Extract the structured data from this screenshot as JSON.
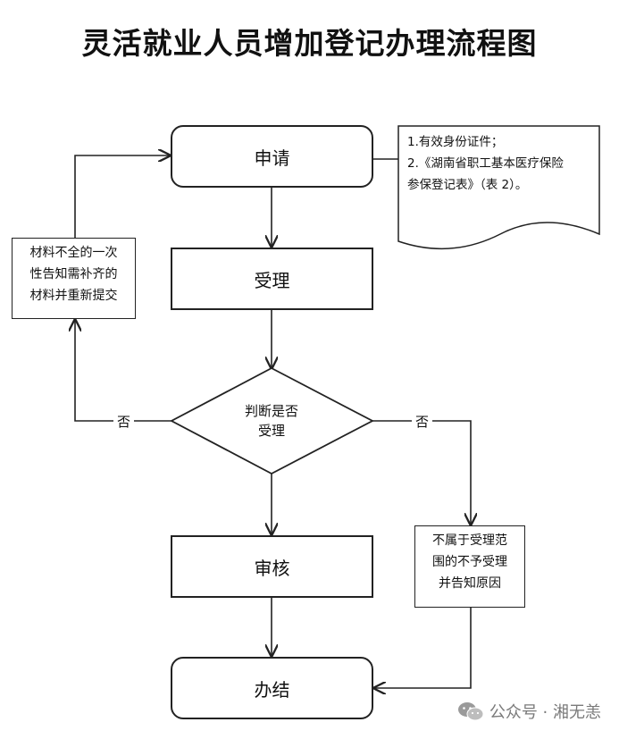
{
  "title": "灵活就业人员增加登记办理流程图",
  "nodes": {
    "apply": "申请",
    "accept": "受理",
    "decision_line1": "判断是否",
    "decision_line2": "受理",
    "review": "审核",
    "finish": "办结"
  },
  "documents": {
    "line1": "1.有效身份证件；",
    "line2": "2.《湖南省职工基本医疗保险",
    "line3": "参保登记表》（表 2）。"
  },
  "notes": {
    "incomplete_line1": "材料不全的一次",
    "incomplete_line2": "性告知需补齐的",
    "incomplete_line3": "材料并重新提交",
    "out_of_scope_line1": "不属于受理范",
    "out_of_scope_line2": "围的不予受理",
    "out_of_scope_line3": "并告知原因"
  },
  "edge_labels": {
    "left_no": "否",
    "right_no": "否"
  },
  "watermark": {
    "text": "公众号 · 湘无恙",
    "icon": "wechat-icon"
  }
}
